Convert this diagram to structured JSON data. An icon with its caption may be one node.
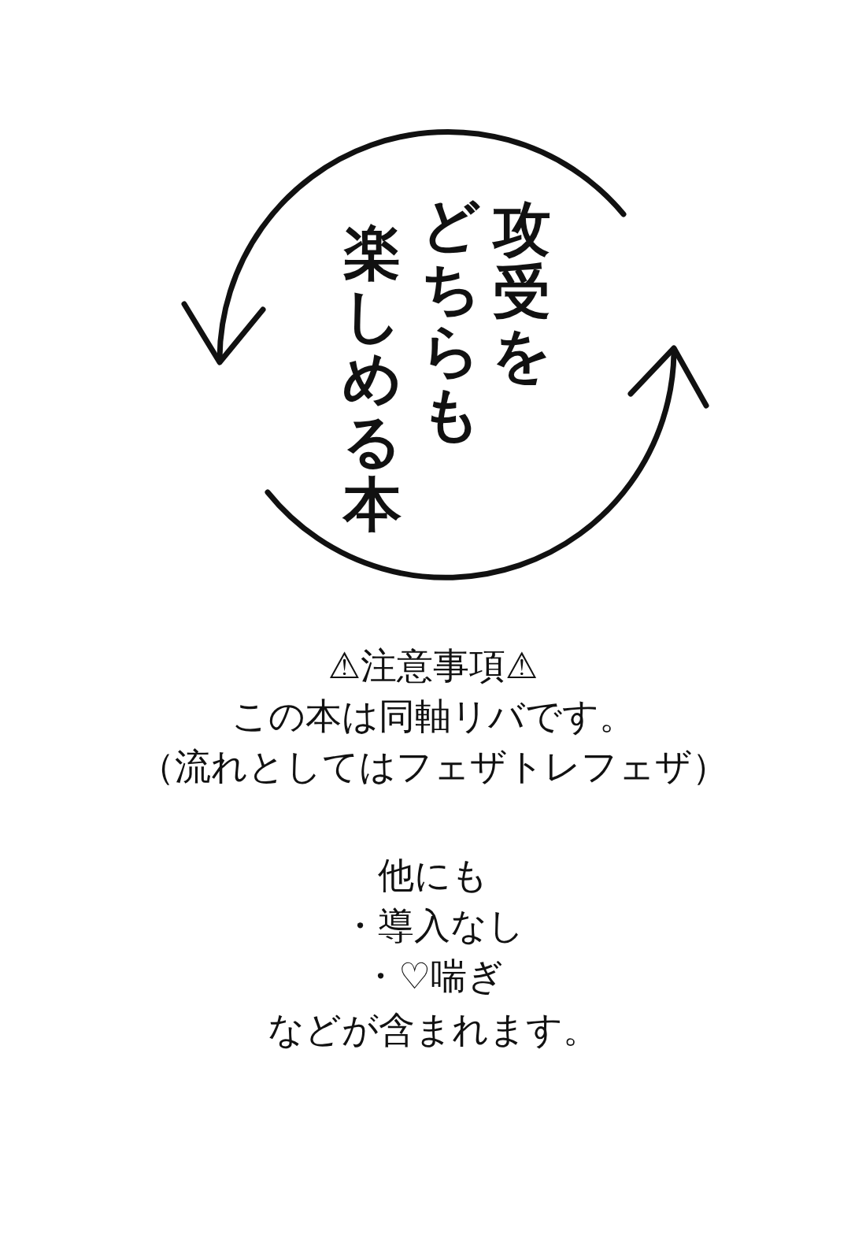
{
  "diagram": {
    "title": "攻受をどちらも楽しめる本",
    "labels": [
      "⚠注意事項⚠",
      "この本は同軸リバです。",
      "（流れとしてはフェザトレフェザ）",
      "他にも",
      "・導入なし",
      "・♡喘ぎ",
      "などが含まれます。"
    ]
  }
}
